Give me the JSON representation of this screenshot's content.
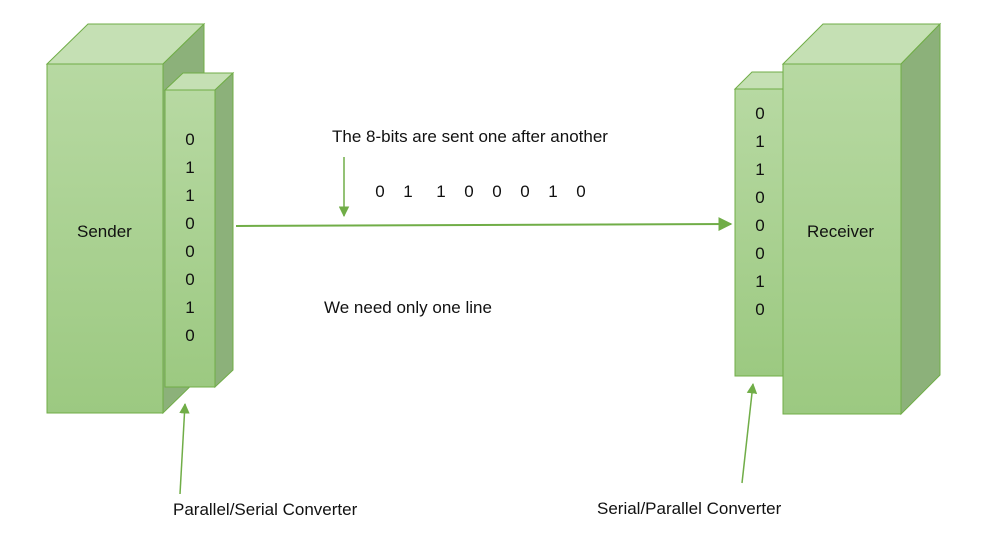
{
  "sender": {
    "label": "Sender",
    "converter_label": "Parallel/Serial Converter",
    "bits": [
      "0",
      "1",
      "1",
      "0",
      "0",
      "0",
      "1",
      "0"
    ]
  },
  "receiver": {
    "label": "Receiver",
    "converter_label": "Serial/Parallel Converter",
    "bits": [
      "0",
      "1",
      "1",
      "0",
      "0",
      "0",
      "1",
      "0"
    ]
  },
  "line": {
    "caption": "The 8-bits are sent one after another",
    "note": "We need only one line",
    "bits": [
      "0",
      "1",
      "1",
      "0",
      "0",
      "0",
      "1",
      "0"
    ]
  },
  "colors": {
    "box_front": "#a9d18e",
    "box_top": "#c5e0b4",
    "box_side": "#8cb17a",
    "box_stroke": "#70ad47",
    "arrow": "#70ad47"
  }
}
